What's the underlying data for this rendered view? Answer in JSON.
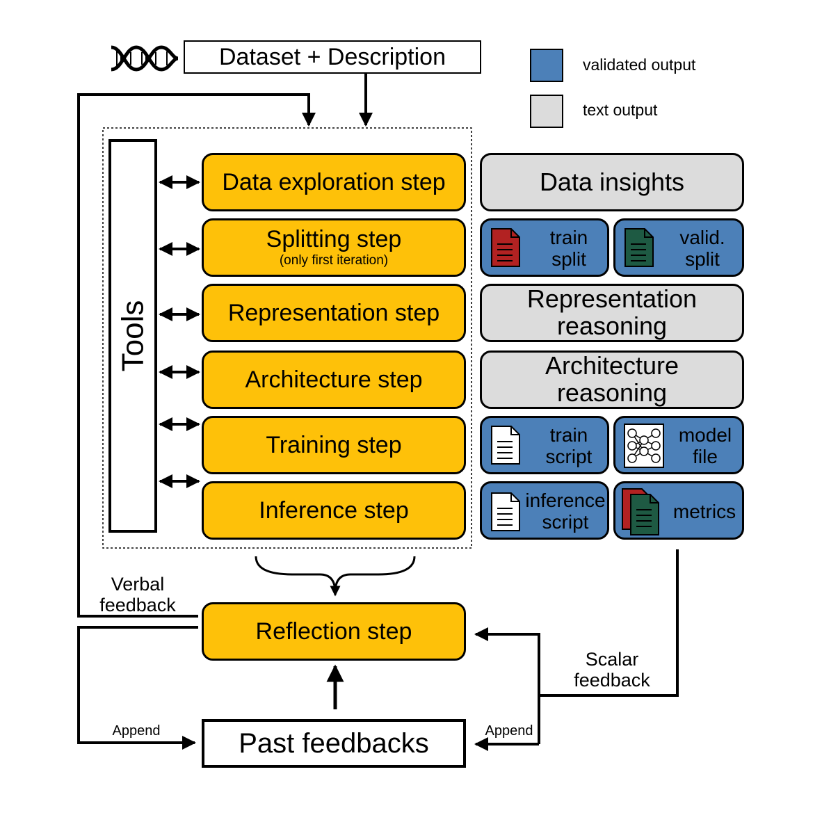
{
  "header": {
    "dataset_box": "Dataset + Description"
  },
  "legend": {
    "validated_output": "validated output",
    "text_output": "text output",
    "colors": {
      "validated": "#4C80B8",
      "text": "#DCDCDC"
    }
  },
  "tools_label": "Tools",
  "steps": {
    "data_exploration": "Data exploration step",
    "splitting": "Splitting step",
    "splitting_note": "(only first iteration)",
    "representation": "Representation step",
    "architecture": "Architecture step",
    "training": "Training step",
    "inference": "Inference step",
    "reflection": "Reflection step"
  },
  "outputs": {
    "data_insights": "Data insights",
    "train_split_1": "train",
    "train_split_2": "split",
    "valid_split_1": "valid.",
    "valid_split_2": "split",
    "representation_reasoning_1": "Representation",
    "representation_reasoning_2": "reasoning",
    "architecture_reasoning_1": "Architecture",
    "architecture_reasoning_2": "reasoning",
    "train_script_1": "train",
    "train_script_2": "script",
    "model_file_1": "model",
    "model_file_2": "file",
    "inference_script_1": "inference",
    "inference_script_2": "script",
    "metrics": "metrics"
  },
  "feedback": {
    "verbal_1": "Verbal",
    "verbal_2": "feedback",
    "scalar_1": "Scalar",
    "scalar_2": "feedback",
    "append_left": "Append",
    "append_right": "Append",
    "past_feedbacks": "Past feedbacks"
  },
  "colors": {
    "step": "#FEC109",
    "doc_red": "#B22222",
    "doc_green": "#1E5A43"
  },
  "icons": {
    "dna": "dna-icon",
    "document": "document-icon",
    "network": "neural-network-icon"
  }
}
